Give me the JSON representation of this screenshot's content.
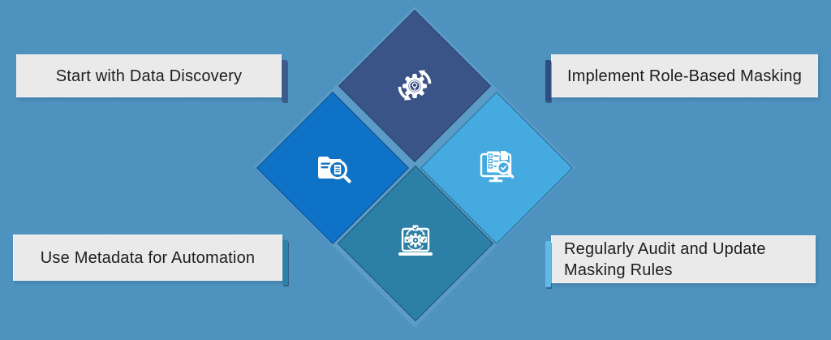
{
  "background_color": "#4E93BF",
  "halo_color": "#5B9CC6",
  "label_box_color": "#EAEAEA",
  "label_text_color": "#1D1D1D",
  "diamonds": {
    "top": {
      "color": "#3A5487",
      "icon": "process-gear-icon"
    },
    "left": {
      "color": "#0E72C6",
      "icon": "folder-search-icon"
    },
    "right": {
      "color": "#45AADF",
      "icon": "audit-monitor-icon"
    },
    "bottom": {
      "color": "#2C80A5",
      "icon": "automation-laptop-icon"
    }
  },
  "labels": {
    "top_left": {
      "text": "Start with Data Discovery",
      "accent_color": "#3D5C8E"
    },
    "top_right": {
      "text": "Implement Role-Based Masking",
      "accent_color": "#2F4E80"
    },
    "bottom_left": {
      "text": "Use Metadata for Automation",
      "accent_color": "#2E81A8"
    },
    "bottom_right": {
      "text": "Regularly Audit and Update Masking Rules",
      "accent_color": "#62B8E6"
    }
  }
}
